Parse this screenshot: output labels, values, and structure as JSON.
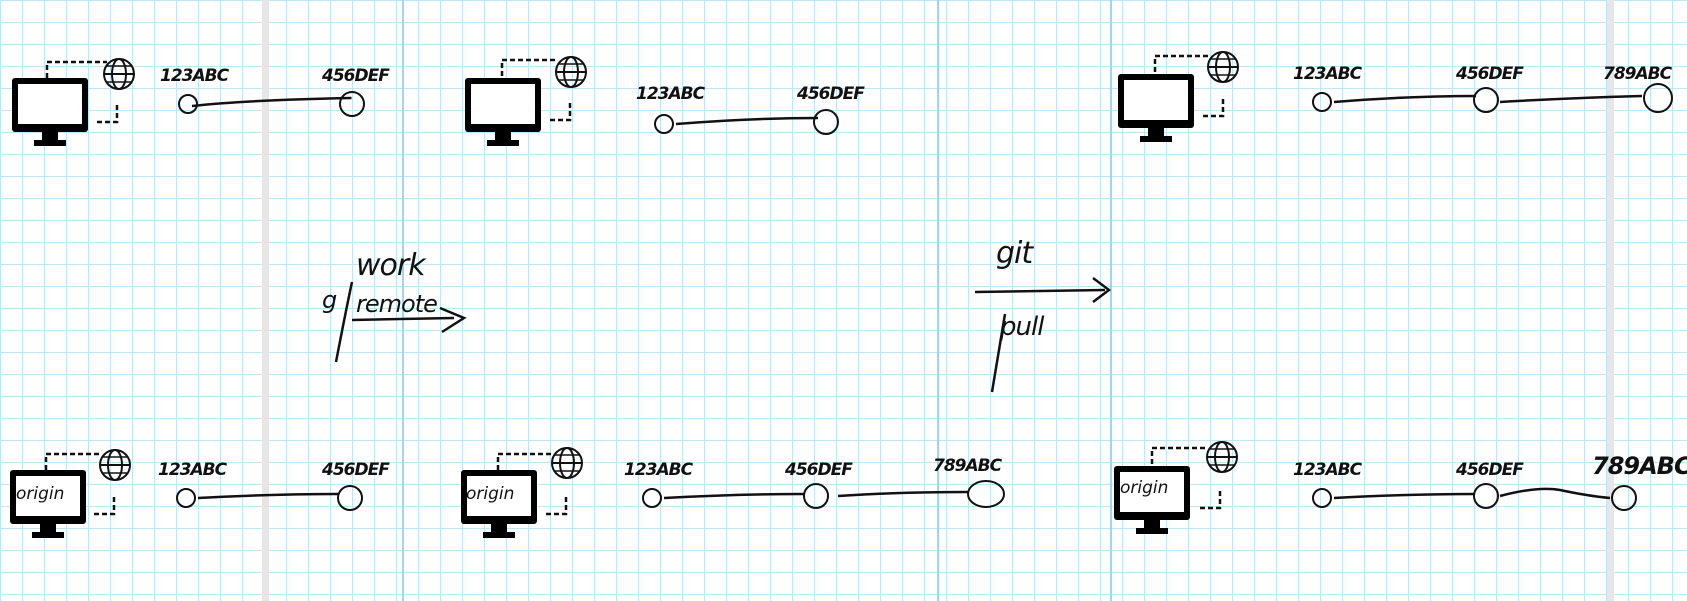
{
  "commits": {
    "c1": "123ABC",
    "c2": "456DEF",
    "c3": "789ABC"
  },
  "monitor_label": "origin",
  "annotations": {
    "left_top": "work",
    "left_bottom": "remote",
    "left_prefix": "g",
    "right_top": "git",
    "right_bottom": "pull"
  },
  "colors": {
    "grid": "#bfe6f7",
    "ink": "#111111"
  }
}
